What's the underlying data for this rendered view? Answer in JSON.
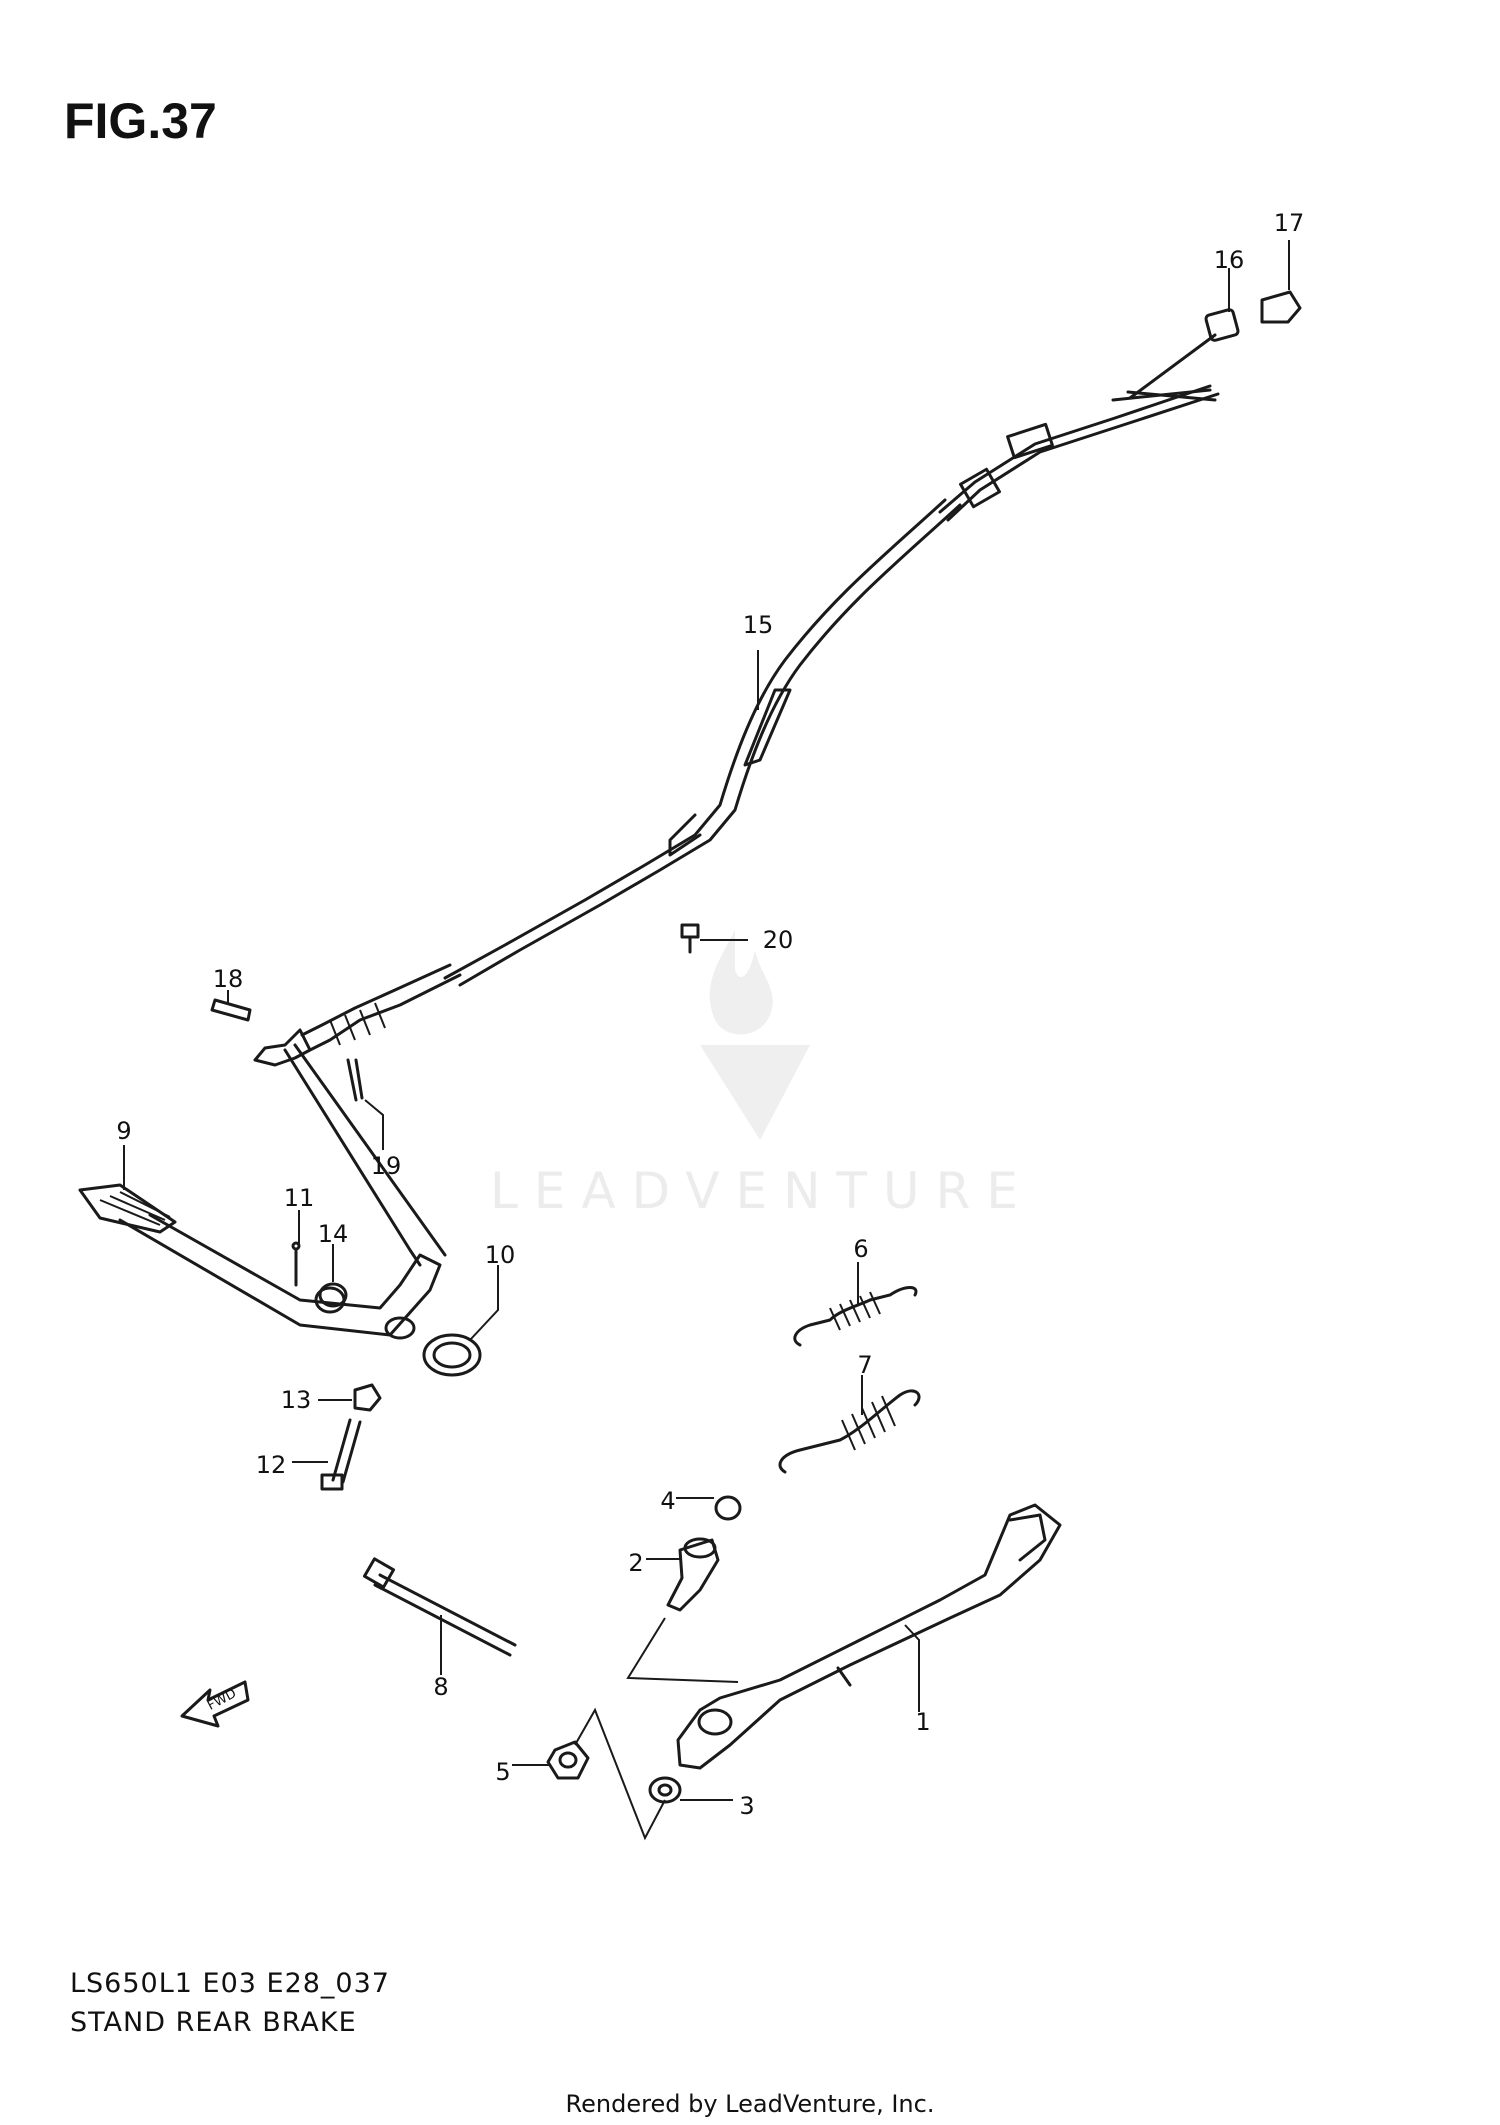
{
  "figure": {
    "title": "FIG.37",
    "model_code": "LS650L1 E03 E28_037",
    "name": "STAND REAR BRAKE",
    "credit": "Rendered by LeadVenture, Inc.",
    "watermark": "LEADVENTURE"
  },
  "callouts": [
    {
      "id": "1",
      "label": "1"
    },
    {
      "id": "2",
      "label": "2"
    },
    {
      "id": "3",
      "label": "3"
    },
    {
      "id": "4",
      "label": "4"
    },
    {
      "id": "5",
      "label": "5"
    },
    {
      "id": "6",
      "label": "6"
    },
    {
      "id": "7",
      "label": "7"
    },
    {
      "id": "8",
      "label": "8"
    },
    {
      "id": "9",
      "label": "9"
    },
    {
      "id": "10",
      "label": "10"
    },
    {
      "id": "11",
      "label": "11"
    },
    {
      "id": "12",
      "label": "12"
    },
    {
      "id": "13",
      "label": "13"
    },
    {
      "id": "14",
      "label": "14"
    },
    {
      "id": "15",
      "label": "15"
    },
    {
      "id": "16",
      "label": "16"
    },
    {
      "id": "17",
      "label": "17"
    },
    {
      "id": "18",
      "label": "18"
    },
    {
      "id": "19",
      "label": "19"
    },
    {
      "id": "20",
      "label": "20"
    }
  ],
  "fwd_arrow": {
    "label": "FWD"
  },
  "colors": {
    "ink": "#1a1a1a",
    "watermark": "#ececec",
    "background": "#ffffff"
  }
}
